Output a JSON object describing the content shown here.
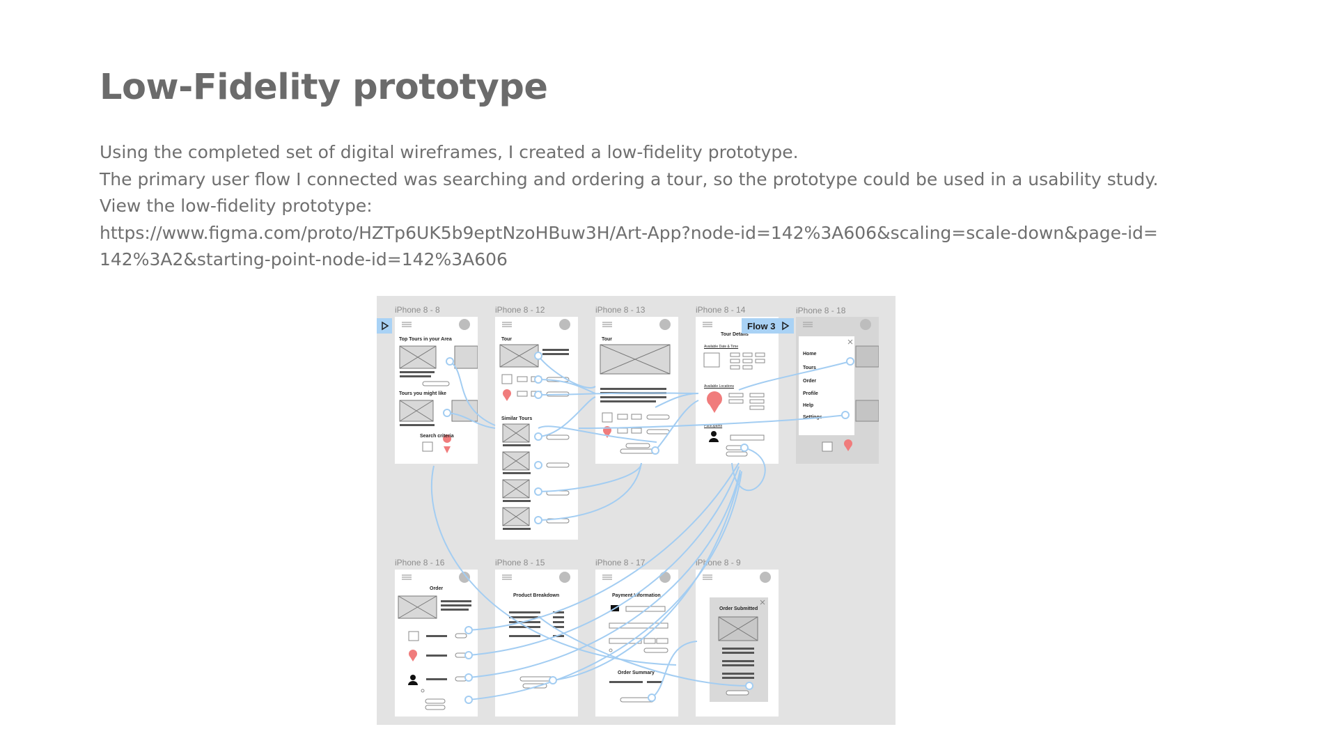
{
  "page": {
    "title": "Low-Fidelity prototype",
    "paragraphs": [
      "Using the completed set of digital wireframes, I created a low-fidelity prototype.",
      "The primary user flow I connected was searching and ordering a tour, so the prototype could be used in a usability study.",
      "View the low-fidelity prototype:",
      "https://www.figma.com/proto/HZTp6UK5b9eptNzoHBuw3H/Art-App?node-id=142%3A606&scaling=scale-down&page-id=",
      "142%3A2&starting-point-node-id=142%3A606"
    ]
  },
  "prototype": {
    "flow_label": "Flow 3",
    "link_color": "#a3cdf2",
    "pin_color": "#f07c7c",
    "frames": [
      {
        "label": "iPhone 8 - 8"
      },
      {
        "label": "iPhone 8 - 12"
      },
      {
        "label": "iPhone 8 - 13"
      },
      {
        "label": "iPhone 8 - 14"
      },
      {
        "label": "iPhone 8 - 18"
      },
      {
        "label": "iPhone 8 - 16"
      },
      {
        "label": "iPhone 8 - 15"
      },
      {
        "label": "iPhone 8 - 17"
      },
      {
        "label": "iPhone 8 - 9"
      }
    ],
    "screen_text": {
      "top_tours": "Top Tours in your Area",
      "tours_like": "Tours you might like",
      "search_criteria": "Search criteria",
      "tour": "Tour",
      "similar_tours": "Similar Tours",
      "tour2": "Tour",
      "tour_details": "Tour Details",
      "available_date": "Available Date & Time",
      "available_locations": "Available Locations",
      "participants": "Participants",
      "order": "Order",
      "product_breakdown": "Product Breakdown",
      "payment_information": "Payment Information",
      "order_summary": "Order Summary",
      "order_submitted": "Order Submitted",
      "menu": [
        "Home",
        "Tours",
        "Order",
        "Profile",
        "Help",
        "Settings"
      ]
    }
  }
}
